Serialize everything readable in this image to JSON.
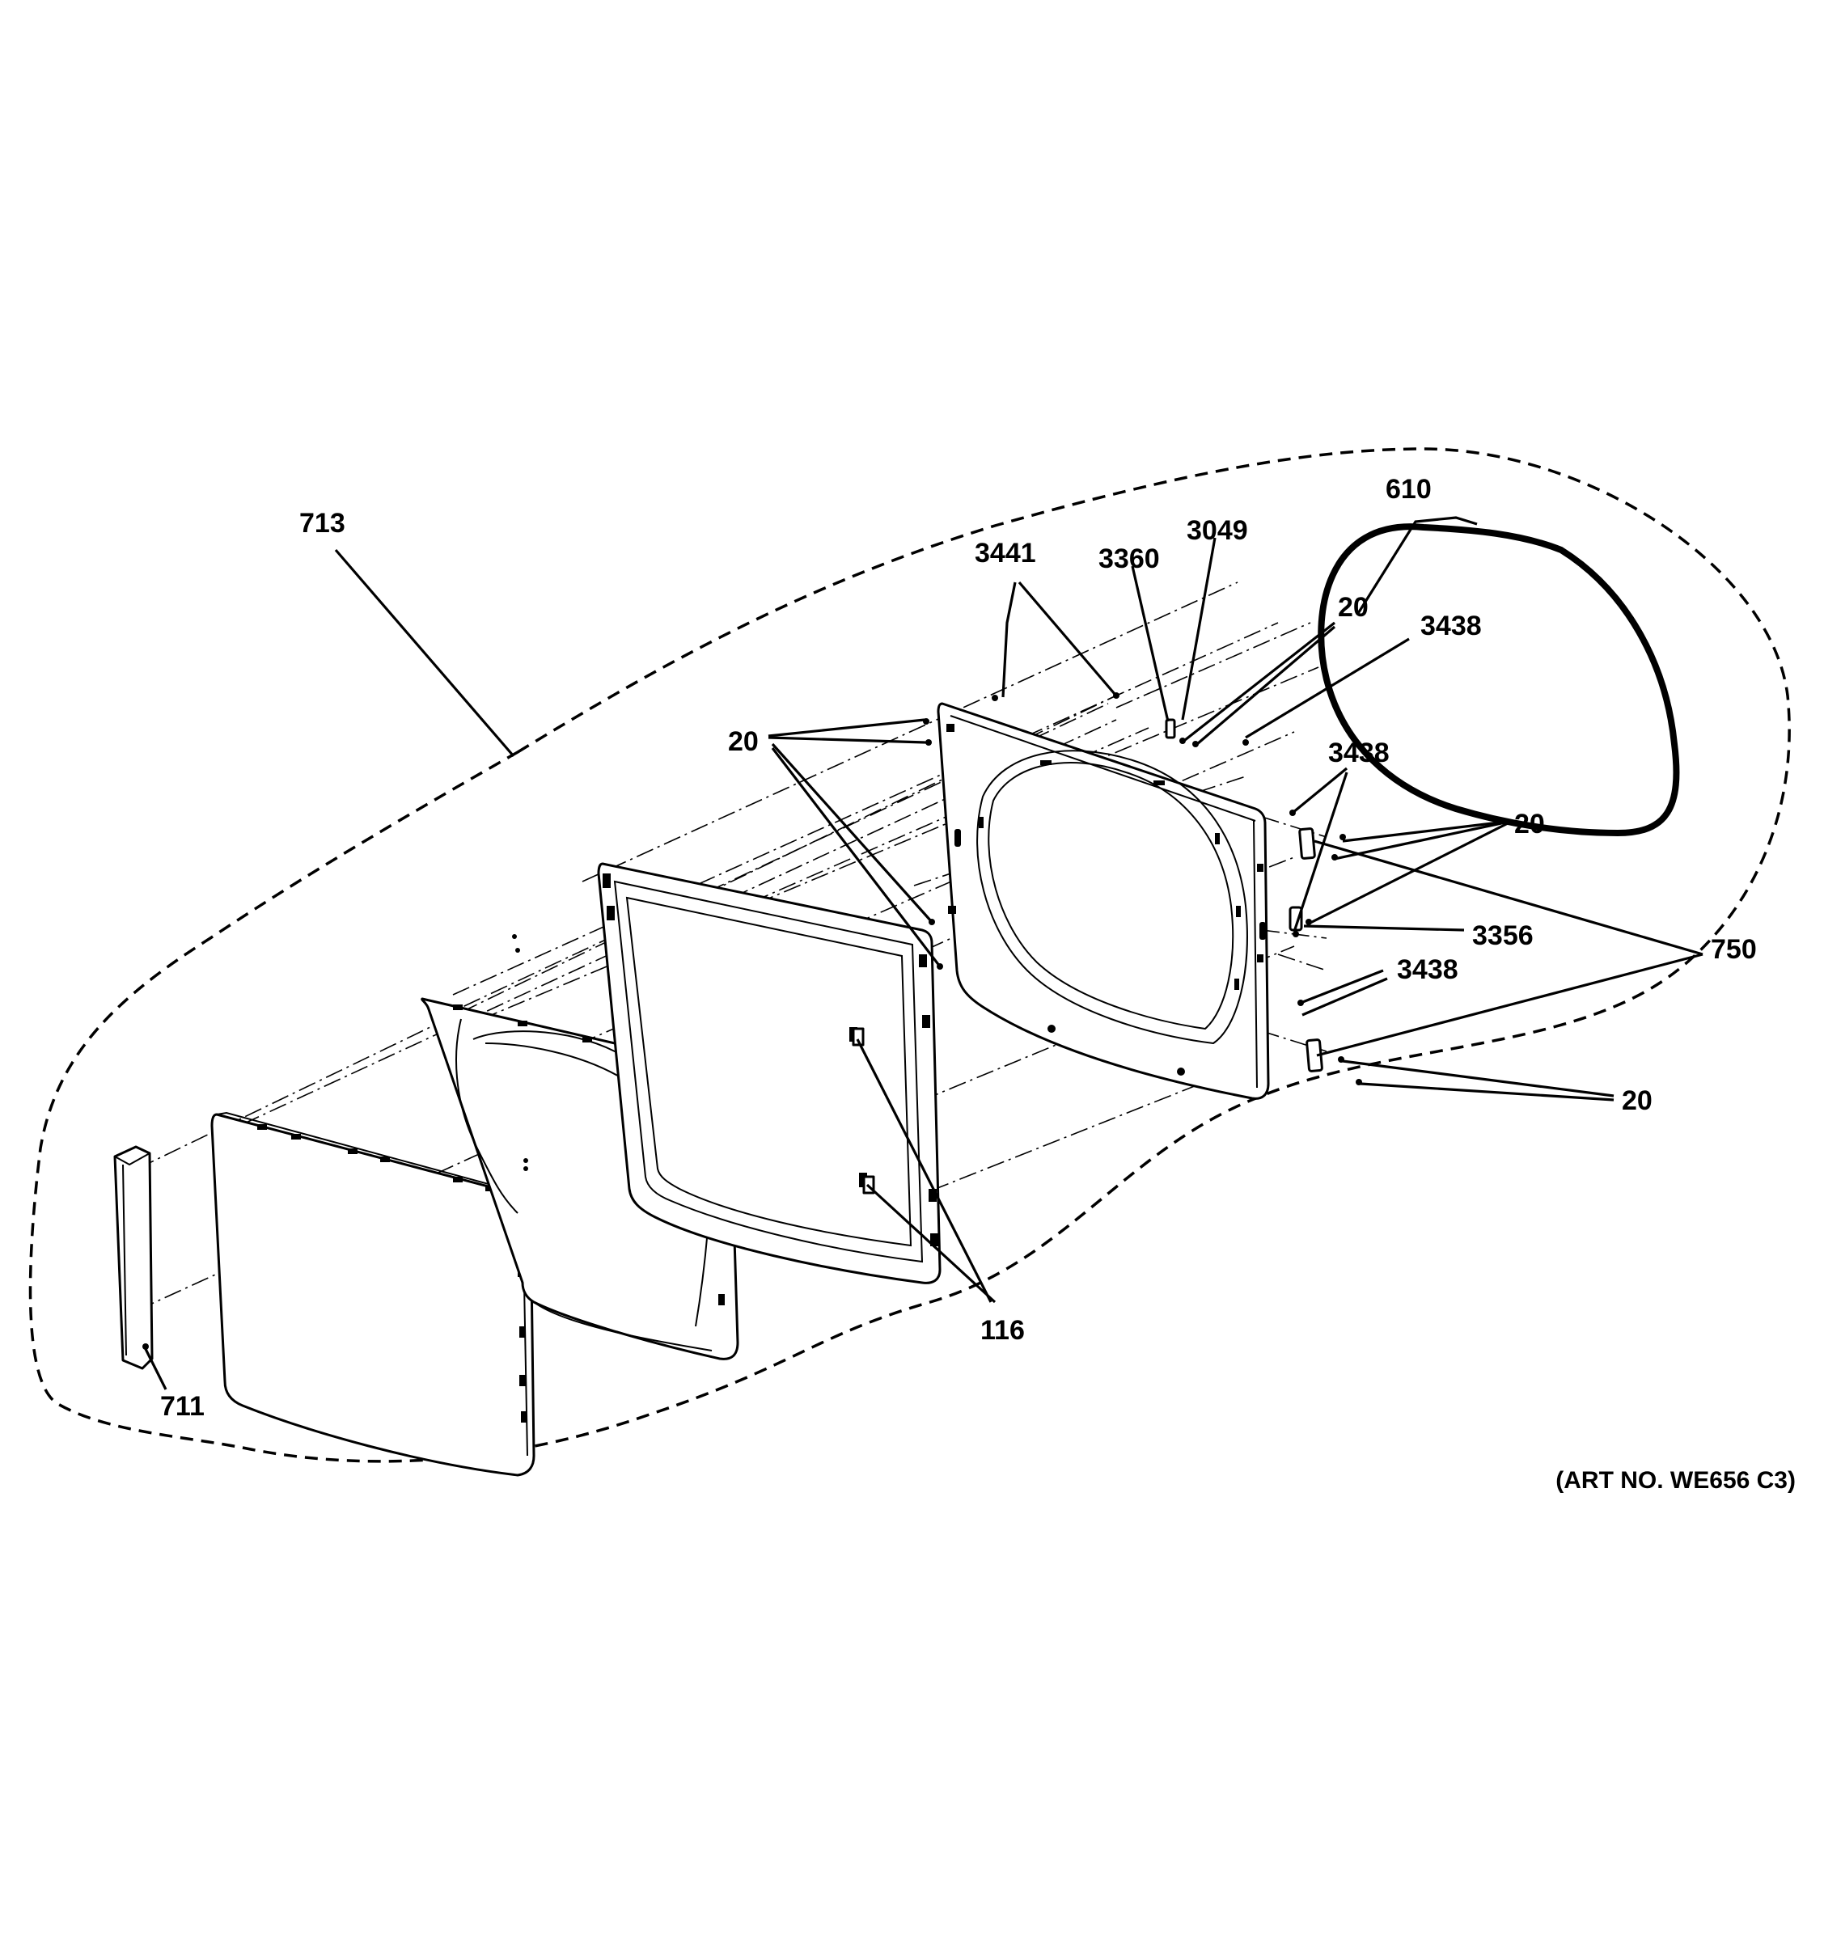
{
  "callouts": {
    "c713": "713",
    "c3441": "3441",
    "c3360": "3360",
    "c3049": "3049",
    "c610": "610",
    "c20_top": "20",
    "c3438_top": "3438",
    "c20_left": "20",
    "c3438_mid": "3438",
    "c20_right": "20",
    "c3356": "3356",
    "c750": "750",
    "c3438_low": "3438",
    "c20_low": "20",
    "c116": "116",
    "c711": "711"
  },
  "art_number": "(ART NO. WE656 C3)"
}
